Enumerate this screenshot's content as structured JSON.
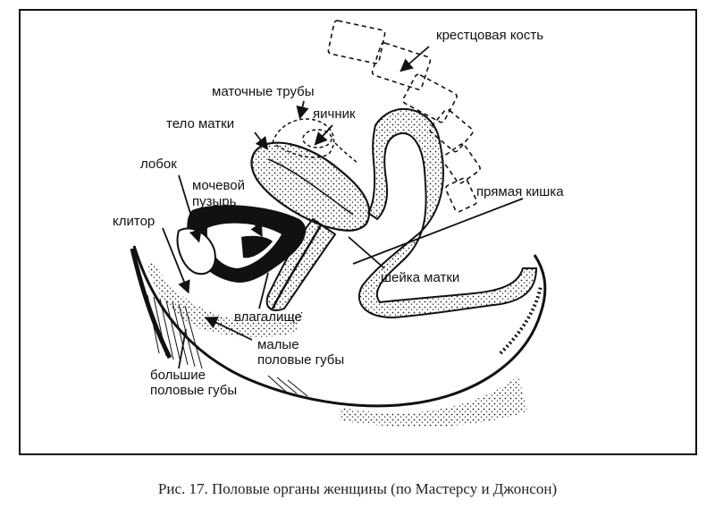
{
  "labels": {
    "sacrum": "крестцовая кость",
    "fallopian_tubes": "маточные трубы",
    "ovary": "яичник",
    "uterus_body": "тело матки",
    "pubis": "лобок",
    "bladder_line1": "мочевой",
    "bladder_line2": "пузырь",
    "clitoris": "клитор",
    "rectum": "прямая кишка",
    "cervix": "шейка матки",
    "vagina": "влагалище",
    "labia_minora_line1": "малые",
    "labia_minora_line2": "половые губы",
    "labia_majora_line1": "большие",
    "labia_majora_line2": "половые губы"
  },
  "caption": "Рис. 17. Половые органы женщины (по Мастерсу и  Джонсон)"
}
